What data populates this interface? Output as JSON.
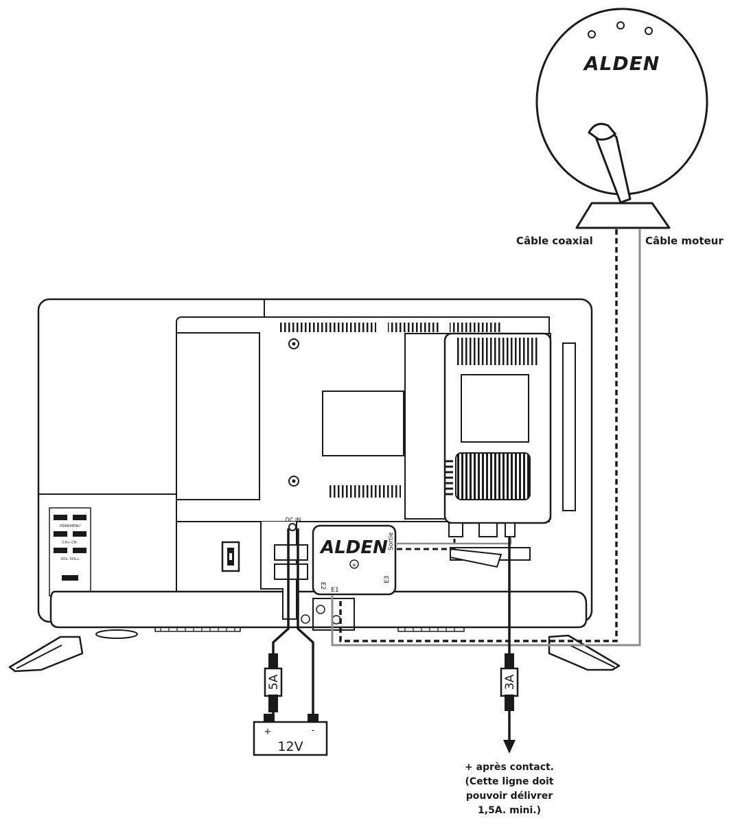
{
  "dish": {
    "brand": "ALDEN"
  },
  "cables": {
    "coax_label": "Câble coaxial",
    "motor_label": "Câble moteur"
  },
  "tv": {
    "rear_labels": [
      "HDMI/MENU",
      "CH+  CH-",
      "VOL-  VOL+"
    ],
    "dc_in_label": "DC IN"
  },
  "control_box": {
    "brand": "ALDEN",
    "sortie_label": "Sortie",
    "e1_label": "E1",
    "e2_label": "E2",
    "e3_label": "E3"
  },
  "fuses": {
    "battery_fuse": "5A",
    "ignition_fuse": "3A"
  },
  "battery": {
    "plus": "+",
    "minus": "-",
    "voltage": "12V"
  },
  "ignition_note": {
    "lines": [
      "+ après contact.",
      "(Cette ligne doit",
      "pouvoir délivrer",
      "1,5A. mini.)"
    ]
  },
  "colors": {
    "line": "#1a1a1a",
    "motor_cable": "#8c8c8c",
    "background": "#ffffff"
  }
}
